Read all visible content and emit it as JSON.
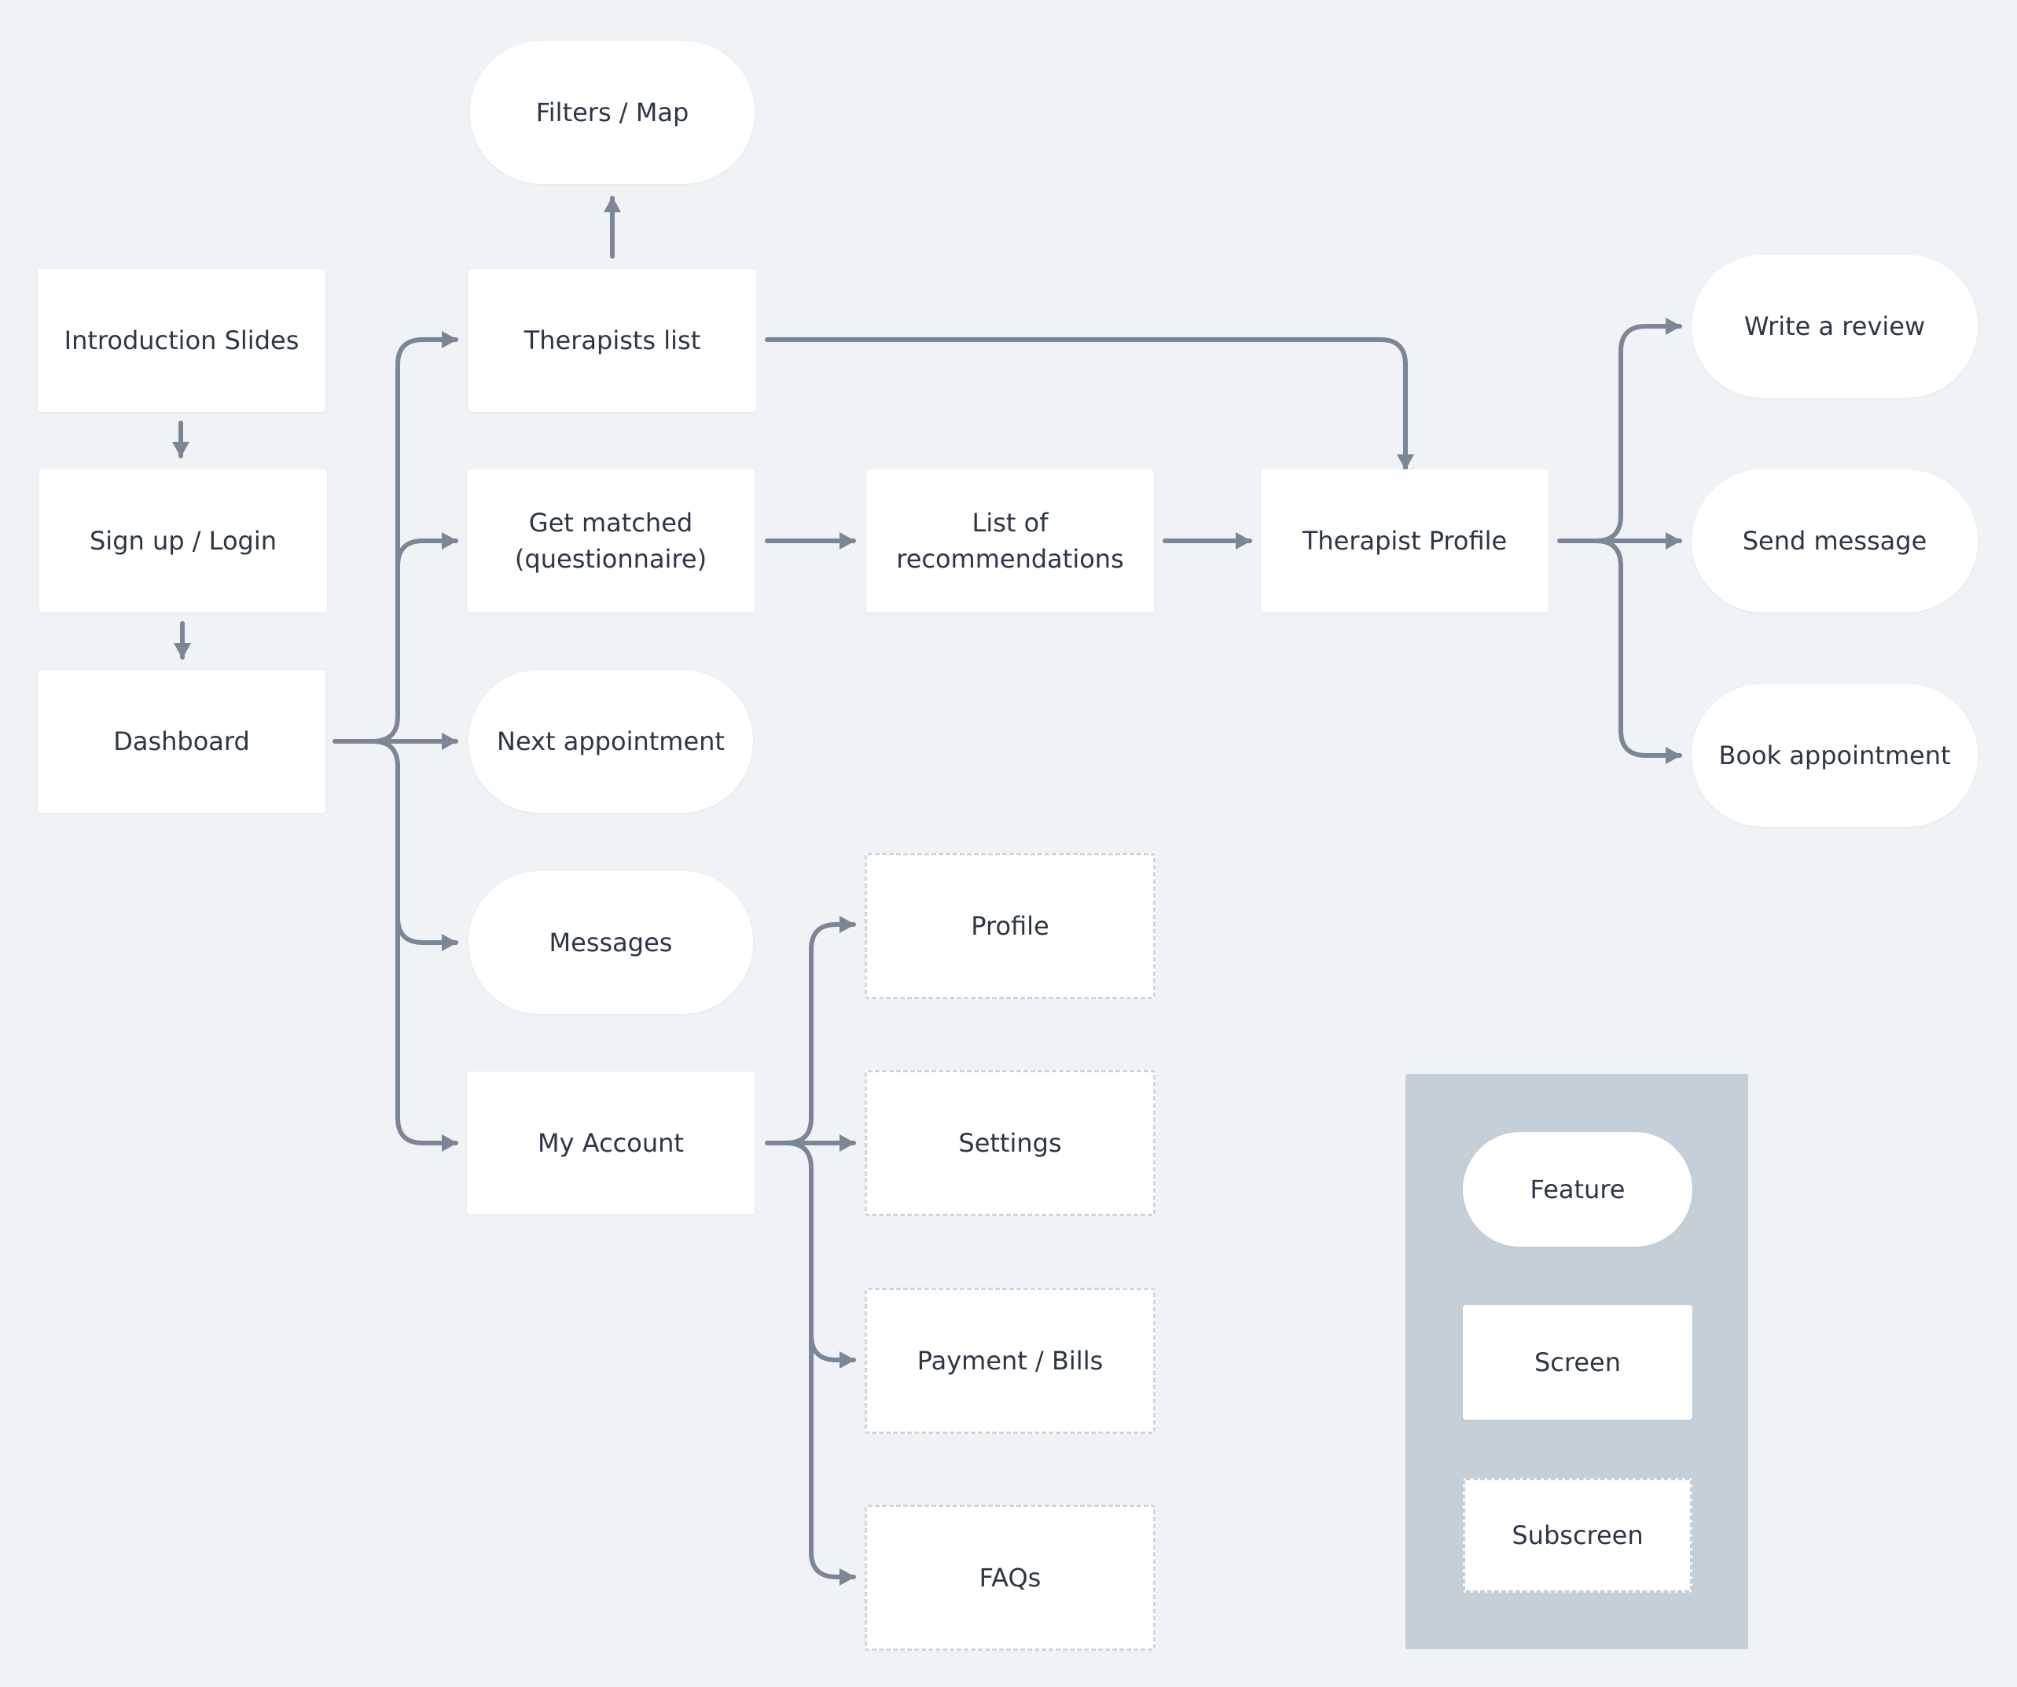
{
  "colors": {
    "background": "#eff3f6",
    "node_fill": "#ffffff",
    "text": "#2c3644",
    "connector": "#7b8794",
    "subscreen_border": "#cfd6dd",
    "legend_panel": "#c5cfd8"
  },
  "nodes": {
    "introduction_slides": "Introduction Slides",
    "sign_up_login": "Sign up / Login",
    "dashboard": "Dashboard",
    "filters_map": "Filters / Map",
    "therapists_list": "Therapists list",
    "get_matched": "Get matched\n(questionnaire)",
    "next_appointment": "Next appointment",
    "messages": "Messages",
    "my_account": "My Account",
    "list_of_recommendations": "List of\nrecommendations",
    "profile": "Profile",
    "settings": "Settings",
    "payment_bills": "Payment / Bills",
    "faqs": "FAQs",
    "therapist_profile": "Therapist Profile",
    "write_review": "Write a review",
    "send_message": "Send message",
    "book_appointment": "Book appointment"
  },
  "legend": {
    "feature": "Feature",
    "screen": "Screen",
    "subscreen": "Subscreen"
  }
}
